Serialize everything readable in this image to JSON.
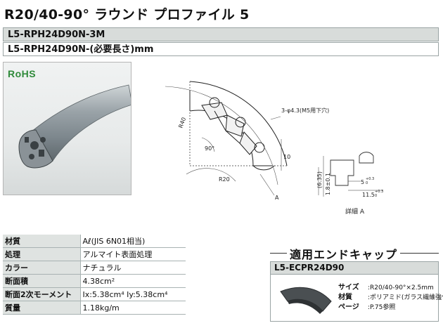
{
  "title": "R20/40-90°  ラウンド プロファイル 5",
  "codes": [
    "L5-RPH24D90N-3M",
    "L5-RPH24D90N-(必要長さ)mm"
  ],
  "photo": {
    "badge": "RoHS"
  },
  "drawing": {
    "hole_note": "3-φ4.3(M5用下穴)",
    "dim_r40": "R40",
    "dim_r20": "R20",
    "dim_angle": "90°",
    "dim_10": "10",
    "label_a": "A",
    "dim_635": "(6.35)",
    "dim_18": "1.8±0.1",
    "dim_5": "5",
    "dim_5_tol": "+0.3",
    "dim_5_tol_low": "0",
    "dim_115": "11.5",
    "dim_115_tol": "+0.3",
    "dim_115_tol_low": "0",
    "detail_label": "詳細 A"
  },
  "specs": [
    {
      "key": "材質",
      "value": "Aℓ(JIS 6N01相当)"
    },
    {
      "key": "処理",
      "value": "アルマイト表面処理"
    },
    {
      "key": "カラー",
      "value": "ナチュラル"
    },
    {
      "key": "断面積",
      "value": "4.38cm²"
    },
    {
      "key": "断面2次モーメント",
      "value": "Ix:5.38cm⁴    Iy:5.38cm⁴"
    },
    {
      "key": "質量",
      "value": "1.18kg/m"
    }
  ],
  "endcap": {
    "heading": "適用エンドキャップ",
    "code": "L5-ECPR24D90",
    "size_label": "サイズ",
    "size_value": ":R20/40-90°×2.5mm",
    "material_label": "材質",
    "material_value": ":ポリアミド(ガラス繊維強化)",
    "page_label": "ページ",
    "page_value": ":P.75参照"
  },
  "colors": {
    "rohs": "#2f8a3a",
    "header_bg": "#d8dcda",
    "border": "#9aa4a4"
  }
}
